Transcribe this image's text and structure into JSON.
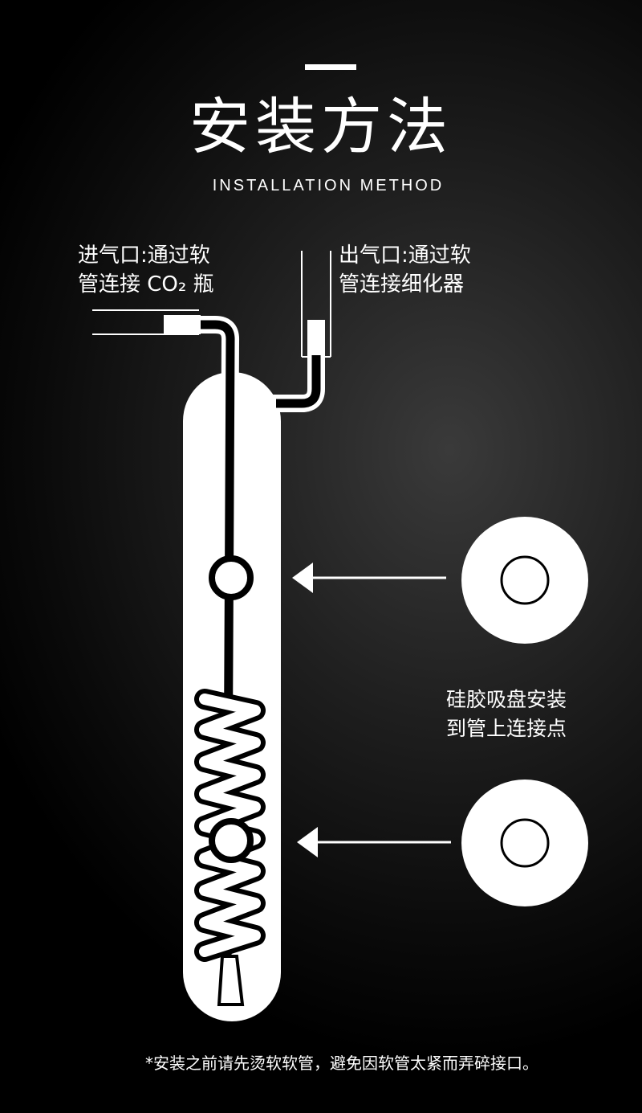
{
  "header": {
    "title": "安装方法",
    "subtitle": "INSTALLATION METHOD"
  },
  "labels": {
    "inlet": [
      "进气口:通过软",
      "管连接 CO₂ 瓶"
    ],
    "outlet": [
      "出气口:通过软",
      "管连接细化器"
    ],
    "suction_cup": [
      "硅胶吸盘安装",
      "到管上连接点"
    ]
  },
  "footnote": "*安装之前请先烫软软管，避免因软管太紧而弄碎接口。",
  "colors": {
    "background": "#000000",
    "foreground": "#ffffff"
  }
}
